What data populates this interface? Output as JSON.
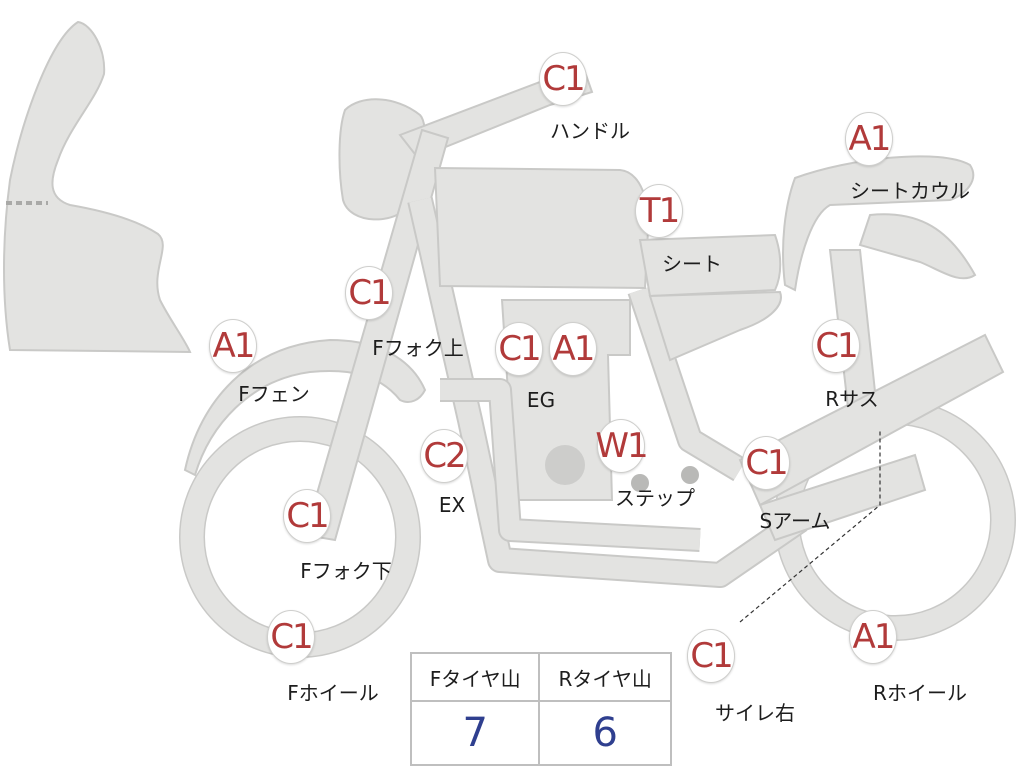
{
  "badges": [
    {
      "id": "handle",
      "code": "C1",
      "label": "ハンドル"
    },
    {
      "id": "seat-cowl",
      "code": "A1",
      "label": "シートカウル"
    },
    {
      "id": "seat",
      "code": "T1",
      "label": "シート"
    },
    {
      "id": "fork-upper",
      "code": "C1",
      "label": "Fフォク上"
    },
    {
      "id": "front-fender",
      "code": "A1",
      "label": "Fフェン"
    },
    {
      "id": "engine-c",
      "code": "C1",
      "label": ""
    },
    {
      "id": "engine-a",
      "code": "A1",
      "label": "EG"
    },
    {
      "id": "rear-suspension",
      "code": "C1",
      "label": "Rサス"
    },
    {
      "id": "exhaust",
      "code": "C2",
      "label": "EX"
    },
    {
      "id": "step",
      "code": "W1",
      "label": "ステップ"
    },
    {
      "id": "swing-arm",
      "code": "C1",
      "label": "Sアーム"
    },
    {
      "id": "fork-lower",
      "code": "C1",
      "label": "Fフォク下"
    },
    {
      "id": "front-wheel",
      "code": "C1",
      "label": "Fホイール"
    },
    {
      "id": "silencer-right",
      "code": "C1",
      "label": "サイレ右"
    },
    {
      "id": "rear-wheel",
      "code": "A1",
      "label": "Rホイール"
    }
  ],
  "tread_table": {
    "headers": [
      "Fタイヤ山",
      "Rタイヤ山"
    ],
    "values": [
      "7",
      "6"
    ]
  },
  "colors": {
    "code": "#b13a3a",
    "tread_value": "#2f3f8f",
    "part_fill": "#e3e3e1"
  }
}
